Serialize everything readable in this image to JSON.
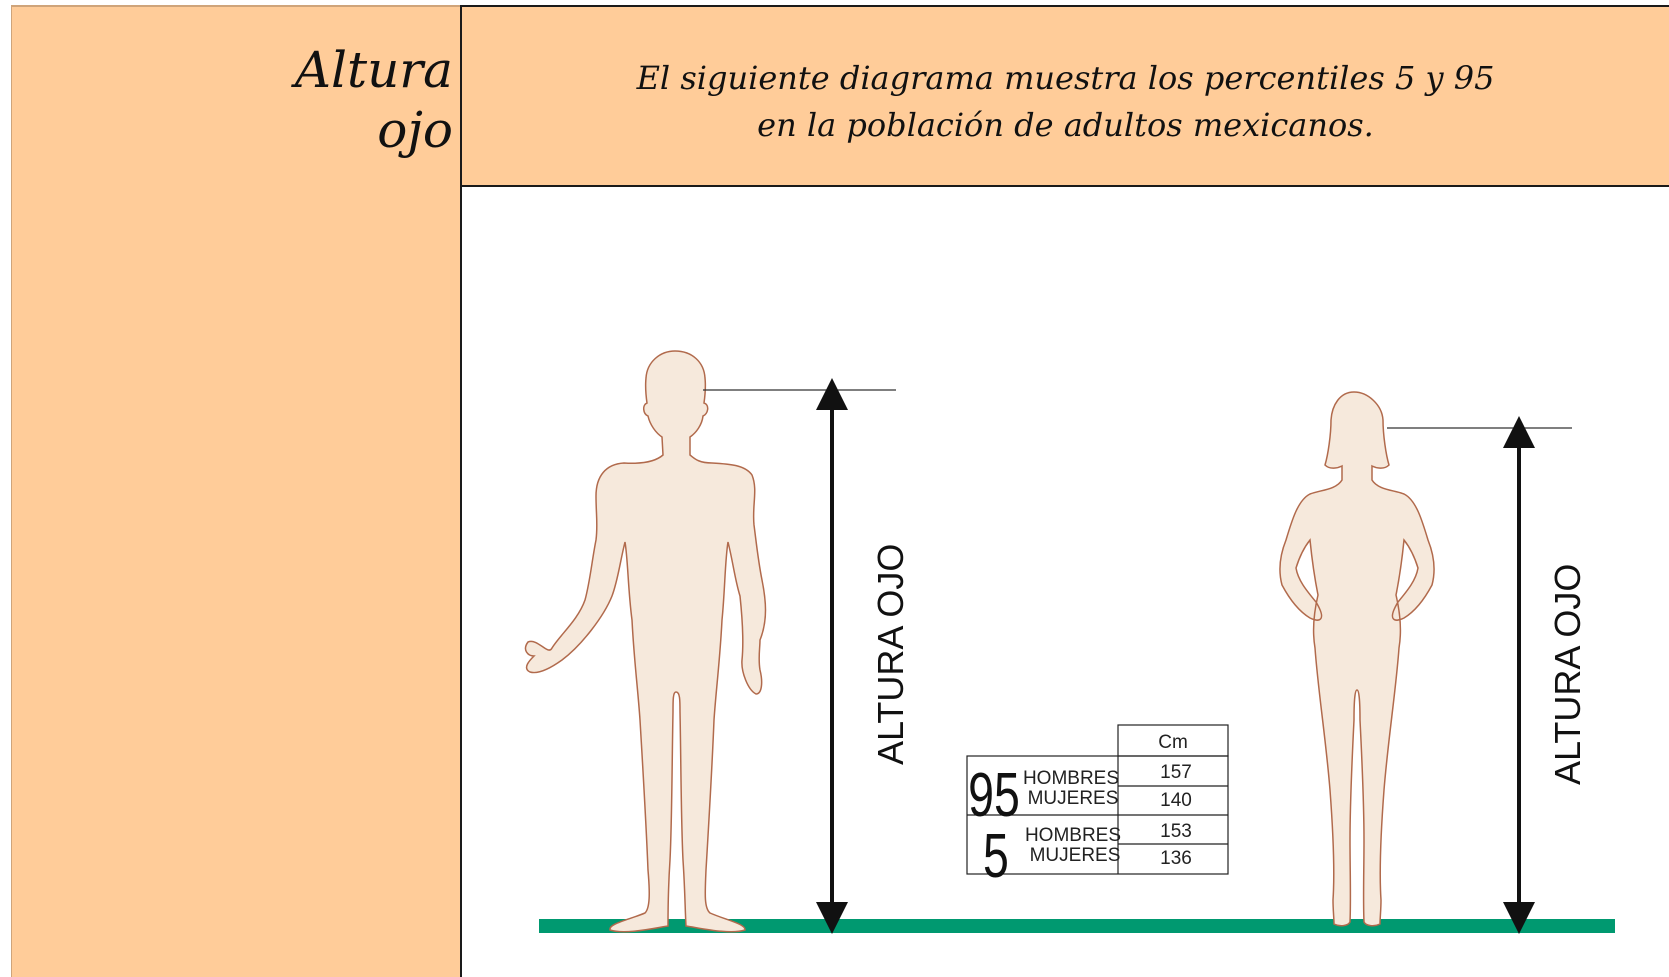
{
  "title": {
    "line1": "Altura",
    "line2": "ojo"
  },
  "subtitle": {
    "line1": "El siguiente diagrama muestra los percentiles 5 y 95",
    "line2": "en la población de adultos mexicanos."
  },
  "dimension_label_left": "ALTURA OJO",
  "dimension_label_right": "ALTURA OJO",
  "table": {
    "unit_header": "Cm",
    "groups": [
      {
        "percentile": "95",
        "rows": [
          {
            "label": "HOMBRES",
            "value": "157"
          },
          {
            "label": "MUJERES",
            "value": "140"
          }
        ]
      },
      {
        "percentile": "5",
        "rows": [
          {
            "label": "HOMBRES",
            "value": "153"
          },
          {
            "label": "MUJERES",
            "value": "136"
          }
        ]
      }
    ]
  },
  "colors": {
    "panel": "#ffcc99",
    "figure_fill": "#f6e9dc",
    "figure_outline": "#b16a4c",
    "floor": "#009970",
    "arrow": "#111111"
  }
}
